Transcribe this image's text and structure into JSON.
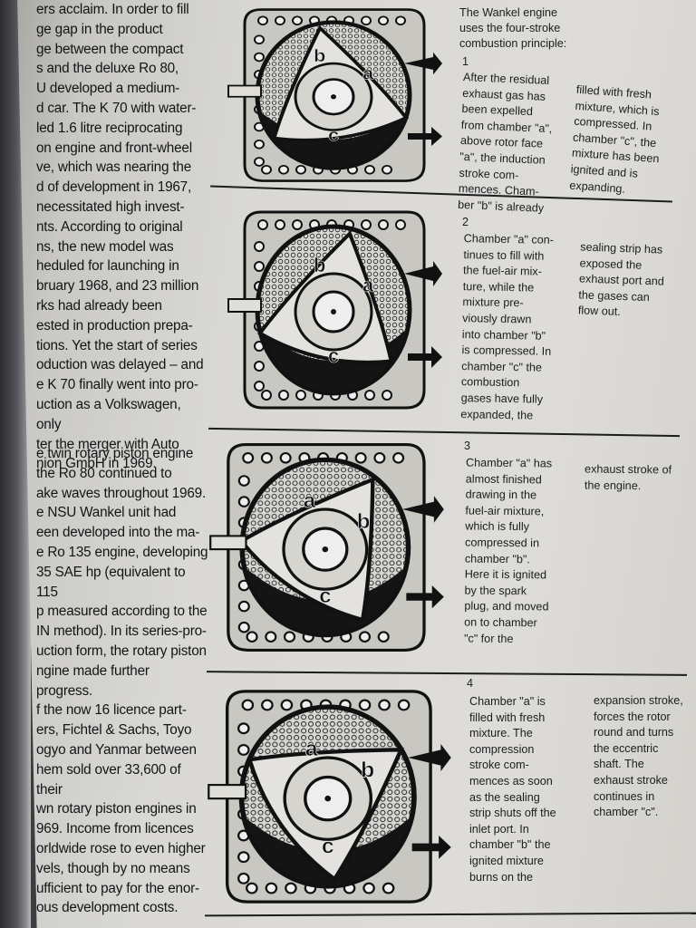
{
  "left_column": {
    "block1_lines": [
      "ers acclaim. In order to fill",
      "ge gap in the product",
      "ge between the compact",
      "s and the deluxe Ro 80,",
      "U developed a medium-",
      "d car. The K 70 with water-",
      "led 1.6 litre reciprocating",
      "on engine and front-wheel",
      "ve, which was nearing the",
      "d of development in 1967,",
      "necessitated high invest-",
      "nts. According to original",
      "ns, the new model was",
      "heduled for launching in",
      "bruary 1968, and 23 million",
      "rks had already been",
      "ested in production prepa-",
      "tions. Yet the start of series",
      "oduction was delayed – and",
      "e K 70 finally went into pro-",
      "uction as a Volkswagen, only",
      "ter the merger with Auto",
      "nion GmbH in 1969."
    ],
    "block2_lines": [
      "e twin rotary piston engine",
      "the Ro 80 continued to",
      "ake waves throughout 1969.",
      "e NSU Wankel unit had",
      "een developed into the ma-",
      "e Ro 135 engine, developing",
      "35 SAE hp (equivalent to 115",
      "p measured according to the",
      "IN method). In its series-pro-",
      "uction form, the rotary piston",
      "ngine made further progress.",
      "f the now 16 licence part-",
      "ers, Fichtel & Sachs, Toyo",
      "ogyo and Yanmar between",
      "hem sold over 33,600 of their",
      "wn rotary piston engines in",
      "969. Income from licences",
      "orldwide rose to even higher",
      "vels, though by no means",
      "ufficient to pay for the enor-",
      "ous development costs."
    ]
  },
  "intro_lines": [
    "The Wankel engine",
    "uses the four-stroke",
    "combustion principle:"
  ],
  "steps": [
    {
      "number": "1",
      "col1": [
        "After the residual",
        "exhaust gas has",
        "been expelled",
        "from chamber \"a\",",
        "above rotor face",
        "\"a\", the induction",
        "stroke com-",
        "mences. Cham-",
        "ber \"b\" is already"
      ],
      "col2": [
        "filled with fresh",
        "mixture, which is",
        "compressed. In",
        "chamber \"c\", the",
        "mixture has been",
        "ignited and is",
        "expanding."
      ],
      "labels": [
        "b",
        "a",
        "c"
      ]
    },
    {
      "number": "2",
      "col1": [
        "Chamber \"a\" con-",
        "tinues to fill with",
        "the fuel-air mix-",
        "ture, while the",
        "mixture pre-",
        "viously drawn",
        "into chamber \"b\"",
        "is compressed. In",
        "chamber \"c\" the",
        "combustion",
        "gases have fully",
        "expanded, the"
      ],
      "col2": [
        "sealing strip has",
        "exposed the",
        "exhaust port and",
        "the gases can",
        "flow out."
      ],
      "labels": [
        "b",
        "a",
        "c"
      ]
    },
    {
      "number": "3",
      "col1": [
        "Chamber \"a\" has",
        "almost finished",
        "drawing in the",
        "fuel-air mixture,",
        "which is fully",
        "compressed in",
        "chamber \"b\".",
        "Here it is ignited",
        "by the spark",
        "plug, and moved",
        "on to chamber",
        "\"c\" for the"
      ],
      "col2": [
        "exhaust stroke of",
        "the engine."
      ],
      "labels": [
        "a",
        "b",
        "c"
      ]
    },
    {
      "number": "4",
      "col1": [
        "Chamber \"a\" is",
        "filled with fresh",
        "mixture. The",
        "compression",
        "stroke com-",
        "mences as soon",
        "as the sealing",
        "strip shuts off the",
        "inlet port. In",
        "chamber \"b\" the",
        "ignited mixture",
        "burns on the"
      ],
      "col2": [
        "expansion stroke,",
        "forces the rotor",
        "round and turns",
        "the eccentric",
        "shaft. The",
        "exhaust stroke",
        "continues in",
        "chamber \"c\"."
      ],
      "labels": [
        "a",
        "b",
        "c"
      ]
    }
  ]
}
